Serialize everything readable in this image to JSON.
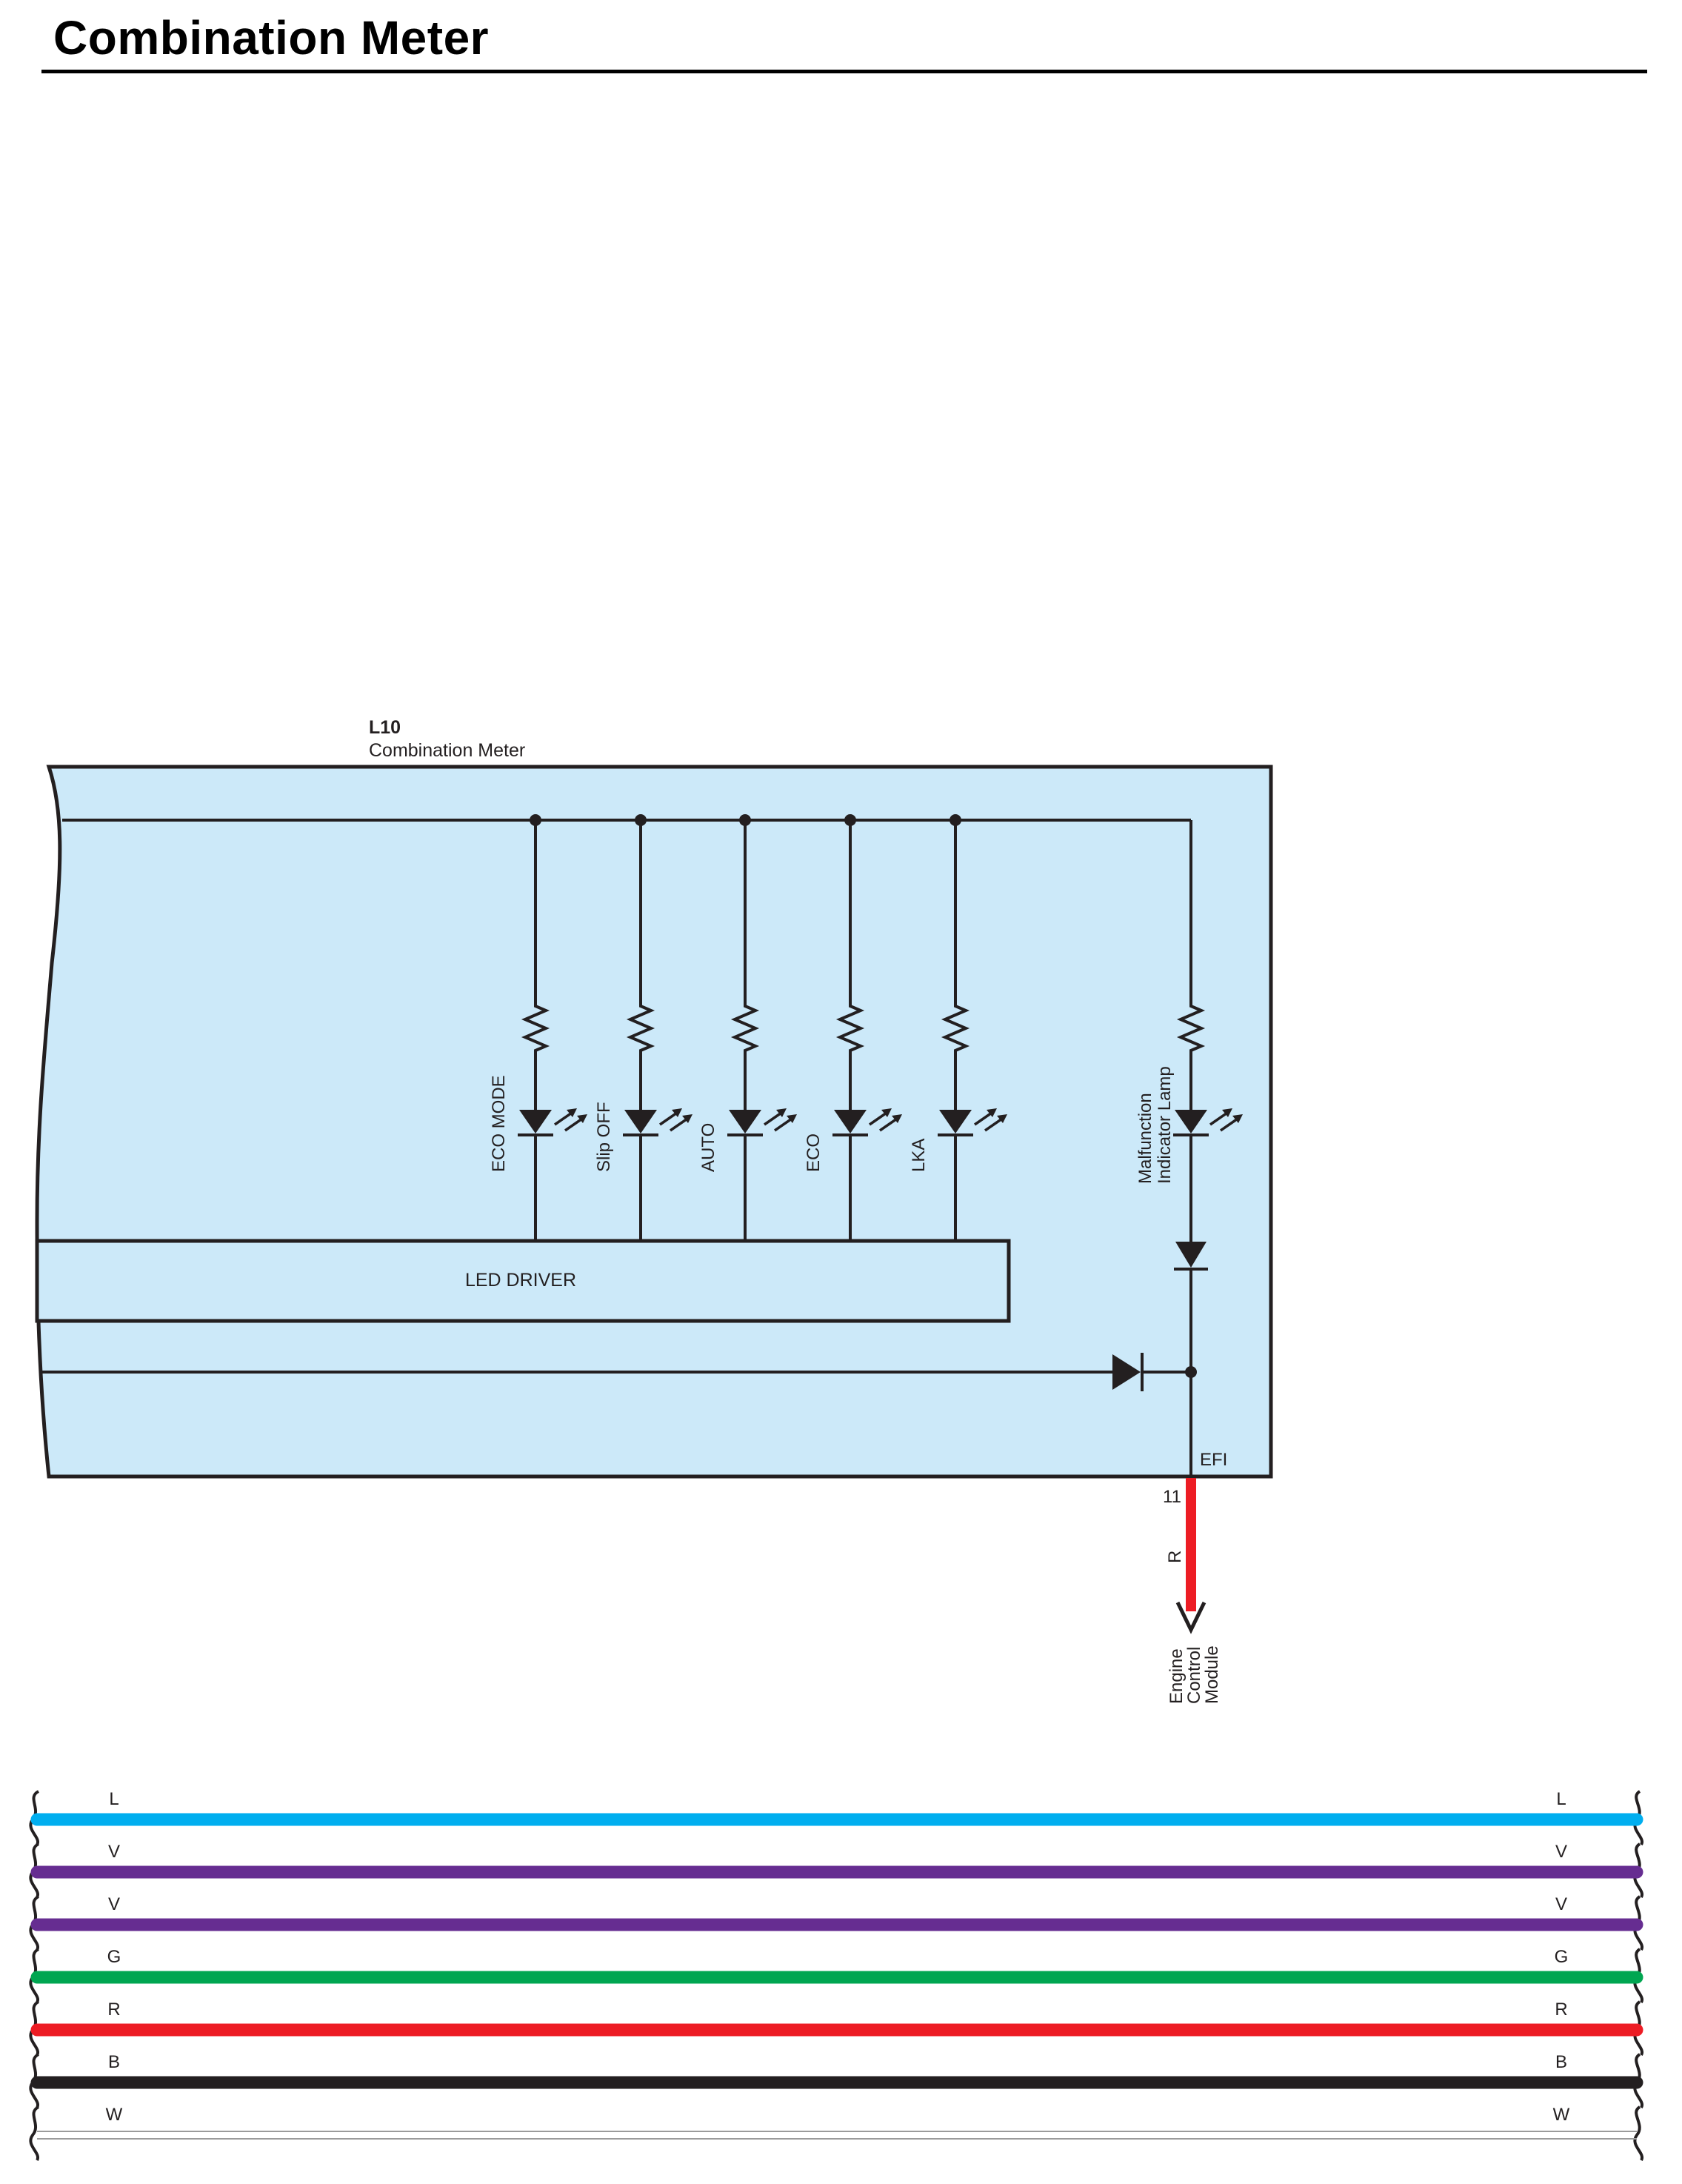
{
  "title": "Combination Meter",
  "component": {
    "id": "L10",
    "name": "Combination Meter",
    "fill_color": "#cce9f9"
  },
  "indicators": [
    {
      "label": "ECO MODE"
    },
    {
      "label": "Slip OFF"
    },
    {
      "label": "AUTO"
    },
    {
      "label": "ECO"
    },
    {
      "label": "LKA"
    }
  ],
  "mil": {
    "line1": "Malfunction",
    "line2": "Indicator Lamp"
  },
  "led_driver": {
    "label": "LED DRIVER"
  },
  "terminal": {
    "name": "EFI",
    "pin": "11",
    "wire_color_code": "R",
    "wire_color": "#ed1c24"
  },
  "destination": {
    "line1": "Engine",
    "line2": "Control",
    "line3": "Module"
  },
  "wire_legend": [
    {
      "code": "L",
      "color": "#00aeef"
    },
    {
      "code": "V",
      "color": "#662d91"
    },
    {
      "code": "V",
      "color": "#662d91"
    },
    {
      "code": "G",
      "color": "#00a651"
    },
    {
      "code": "R",
      "color": "#ed1c24"
    },
    {
      "code": "B",
      "color": "#231f20"
    },
    {
      "code": "W",
      "color": "#ffffff"
    }
  ]
}
